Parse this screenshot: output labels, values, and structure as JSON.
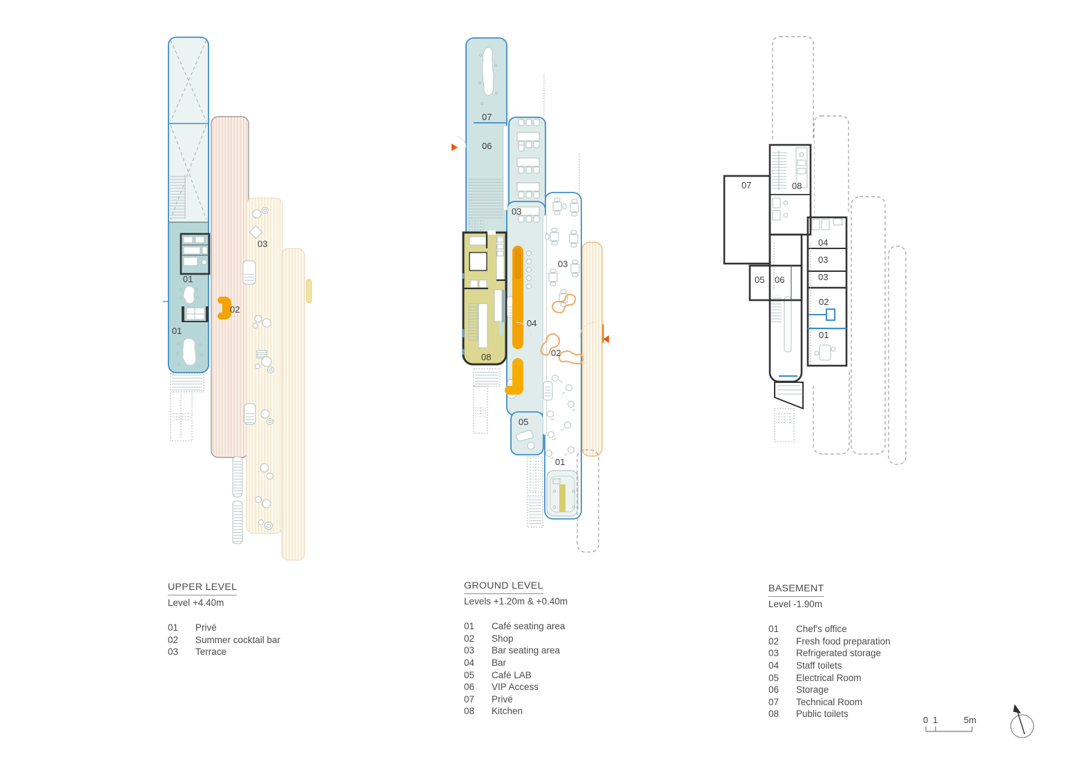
{
  "plans": [
    {
      "id": "upper",
      "title": "UPPER LEVEL",
      "subtitle": "Level +4.40m",
      "legend": [
        {
          "num": "01",
          "label": "Privé"
        },
        {
          "num": "02",
          "label": "Summer cocktail bar"
        },
        {
          "num": "03",
          "label": "Terrace"
        }
      ],
      "room_labels": {
        "r01a": "01",
        "r01b": "01",
        "r02": "02",
        "r03": "03"
      }
    },
    {
      "id": "ground",
      "title": "GROUND LEVEL",
      "subtitle": "Levels +1.20m & +0.40m",
      "legend": [
        {
          "num": "01",
          "label": "Café seating area"
        },
        {
          "num": "02",
          "label": "Shop"
        },
        {
          "num": "03",
          "label": "Bar seating area"
        },
        {
          "num": "04",
          "label": "Bar"
        },
        {
          "num": "05",
          "label": "Café LAB"
        },
        {
          "num": "06",
          "label": "VIP Access"
        },
        {
          "num": "07",
          "label": "Privé"
        },
        {
          "num": "08",
          "label": "Kitchen"
        }
      ],
      "room_labels": {
        "r01": "01",
        "r02": "02",
        "r03a": "03",
        "r03b": "03",
        "r04": "04",
        "r05": "05",
        "r06": "06",
        "r07": "07",
        "r08": "08"
      }
    },
    {
      "id": "basement",
      "title": "BASEMENT",
      "subtitle": "Level -1.90m",
      "legend": [
        {
          "num": "01",
          "label": "Chef's office"
        },
        {
          "num": "02",
          "label": "Fresh food preparation"
        },
        {
          "num": "03",
          "label": "Refrigerated storage"
        },
        {
          "num": "04",
          "label": "Staff toilets"
        },
        {
          "num": "05",
          "label": "Electrical Room"
        },
        {
          "num": "06",
          "label": "Storage"
        },
        {
          "num": "07",
          "label": "Technical Room"
        },
        {
          "num": "08",
          "label": "Public toilets"
        }
      ],
      "room_labels": {
        "r01": "01",
        "r02": "02",
        "r03a": "03",
        "r03b": "03",
        "r04": "04",
        "r05": "05",
        "r06": "06",
        "r07": "07",
        "r08": "08"
      }
    }
  ],
  "scale_bar": {
    "tick0": "0",
    "tick1": "1",
    "tick5": "5m"
  },
  "colors": {
    "plan_blue": "#3e8ec9",
    "teal_upper": "#b7d6d7",
    "teal_ground": "#cfe3e3",
    "teal_basement": "#cde3e3",
    "floor_light": "#e0ecea",
    "kitchen_olive": "#dcd892",
    "bar_orange": "#f3a303",
    "bar_yellow": "#f6ad00",
    "arrow_orange": "#ee5a0e",
    "terrace_pink": "#f9eee7",
    "terrace_cream": "#fdf8ec",
    "shop_outline": "#f3a963"
  }
}
